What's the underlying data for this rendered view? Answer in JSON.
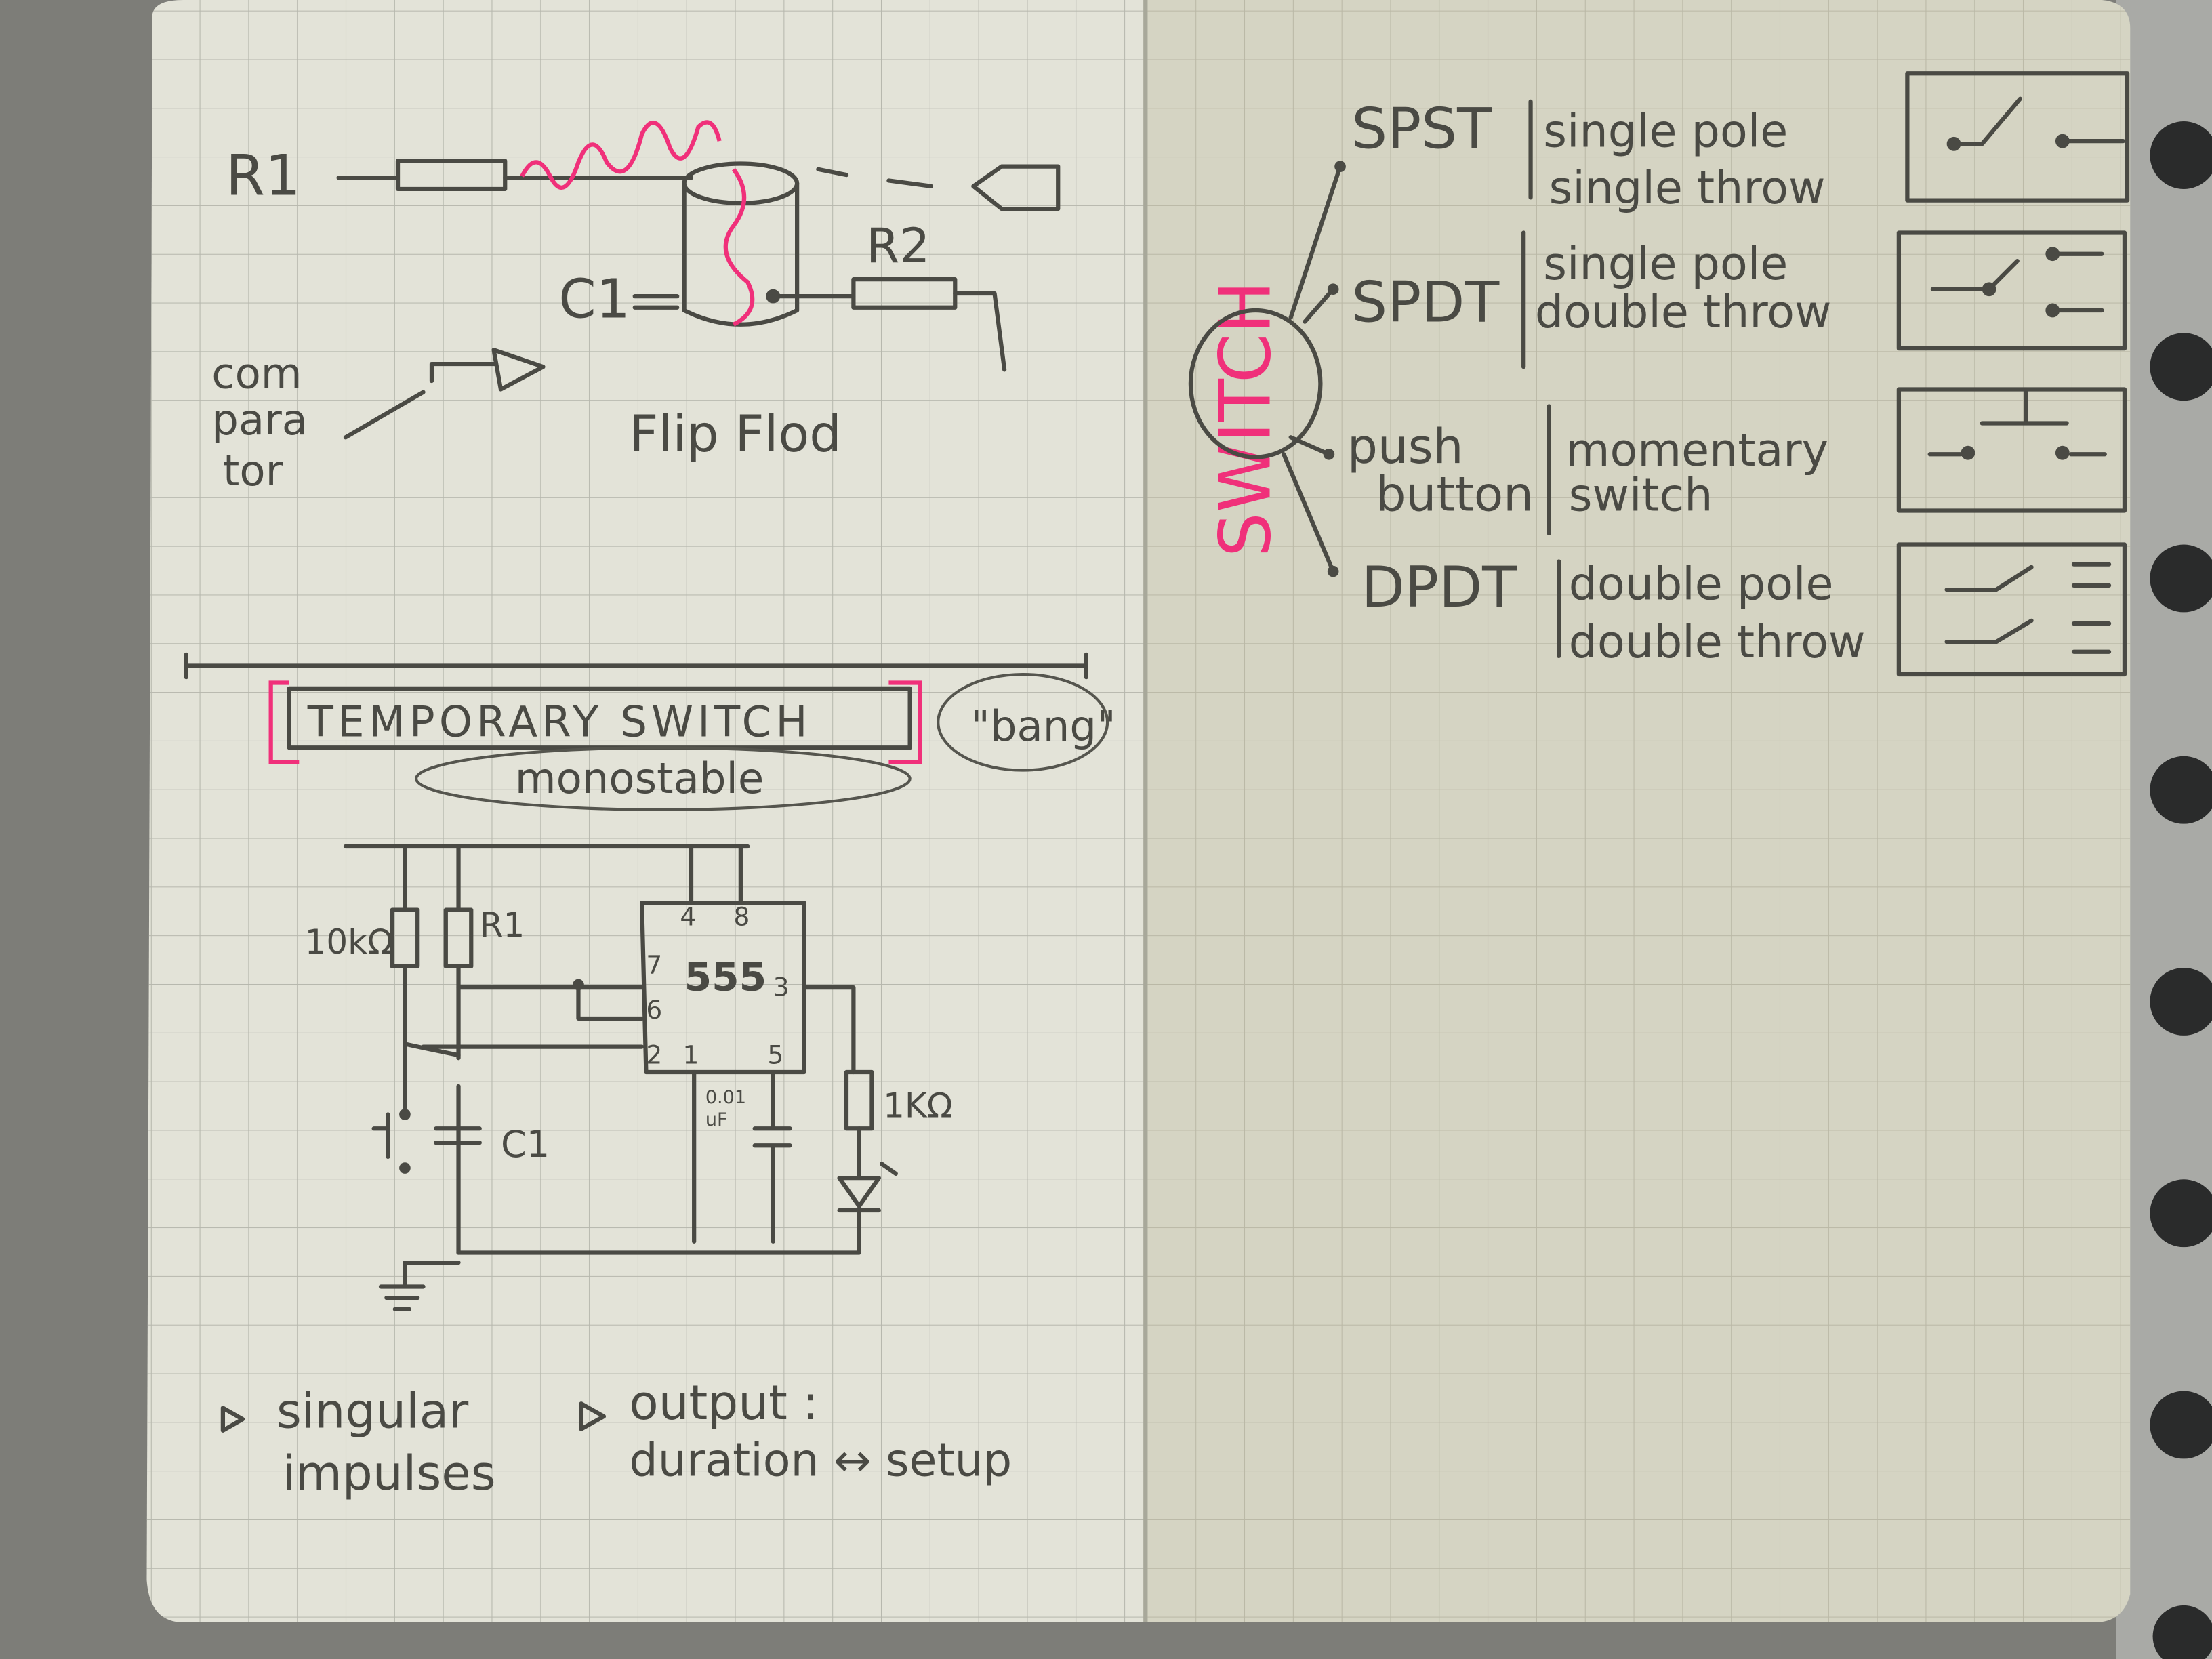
{
  "left_page": {
    "flipflop_sketch": {
      "r1_label": "R1",
      "r2_label": "R2",
      "c1_label": "C1",
      "comparator_label": [
        "com",
        "para",
        "tor"
      ],
      "caption": "Flip Flod"
    },
    "monostable": {
      "title": "TEMPORARY SWITCH",
      "aside": "\"bang\"",
      "subtitle": "monostable",
      "resistor_10k": "10kΩ",
      "resistor_r1": "R1",
      "chip_label": "555",
      "pins": {
        "p4": "4",
        "p8": "8",
        "p7": "7",
        "p6": "6",
        "p3": "3",
        "p2": "2",
        "p1": "1",
        "p5": "5"
      },
      "cap_small": [
        "0.01",
        "uF"
      ],
      "cap_c1": "C1",
      "resistor_1k": "1KΩ"
    },
    "notes": {
      "note1": [
        "singular",
        "impulses"
      ],
      "note2_line1": "output :",
      "note2_line2": "duration ↔ setup"
    }
  },
  "right_page": {
    "heading": "SWITCH",
    "types": [
      {
        "abbr": "SPST",
        "line1": "single pole",
        "line2": "single throw"
      },
      {
        "abbr": "SPDT",
        "line1": "single pole",
        "line2": "double throw"
      },
      {
        "abbr": "push",
        "abbr2": "button",
        "line1": "momentary",
        "line2": "switch"
      },
      {
        "abbr": "DPDT",
        "line1": "double pole",
        "line2": "double throw"
      }
    ]
  },
  "colors": {
    "paper_left": "#e3e3d8",
    "paper_right": "#d5d4c3",
    "ink": "#4a4a44",
    "highlighter": "#f0307a",
    "background": "#7d7d78"
  }
}
